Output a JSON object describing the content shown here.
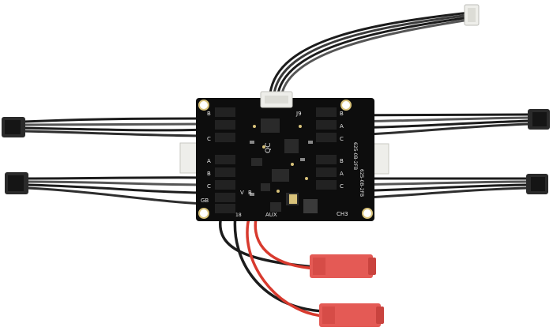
{
  "colors": {
    "pcb": "#0d0d0d",
    "wire_black": "#1c1c1c",
    "wire_gray": "#555555",
    "wire_red": "#d83a2e",
    "connector_white": "#eeeeea",
    "connector_red": "#e45a55",
    "chip": "#2a2a2a",
    "gold_pad": "#d8c27a",
    "silkscreen": "#e6e6e6"
  },
  "icons": [
    "mounting-hole-icon",
    "jst-connector-icon"
  ],
  "silkscreen": {
    "j9": "J9",
    "aux": "AUX",
    "ch3": "CH3",
    "qc": "QC",
    "gb": "GB",
    "left_b_top": "B",
    "left_c_top": "C",
    "left_a": "A",
    "left_b_bottom": "B",
    "left_c_bottom": "C",
    "right_b": "B",
    "right_a": "A",
    "right_c": "C",
    "right_b2": "B",
    "right_a2": "A",
    "right_c2": "C",
    "bottom_v": "V",
    "bottom_b": "B",
    "bottom_label": "18",
    "right_code_1": "625-0B-2FB",
    "right_code_2": "625-0B-2FB"
  }
}
